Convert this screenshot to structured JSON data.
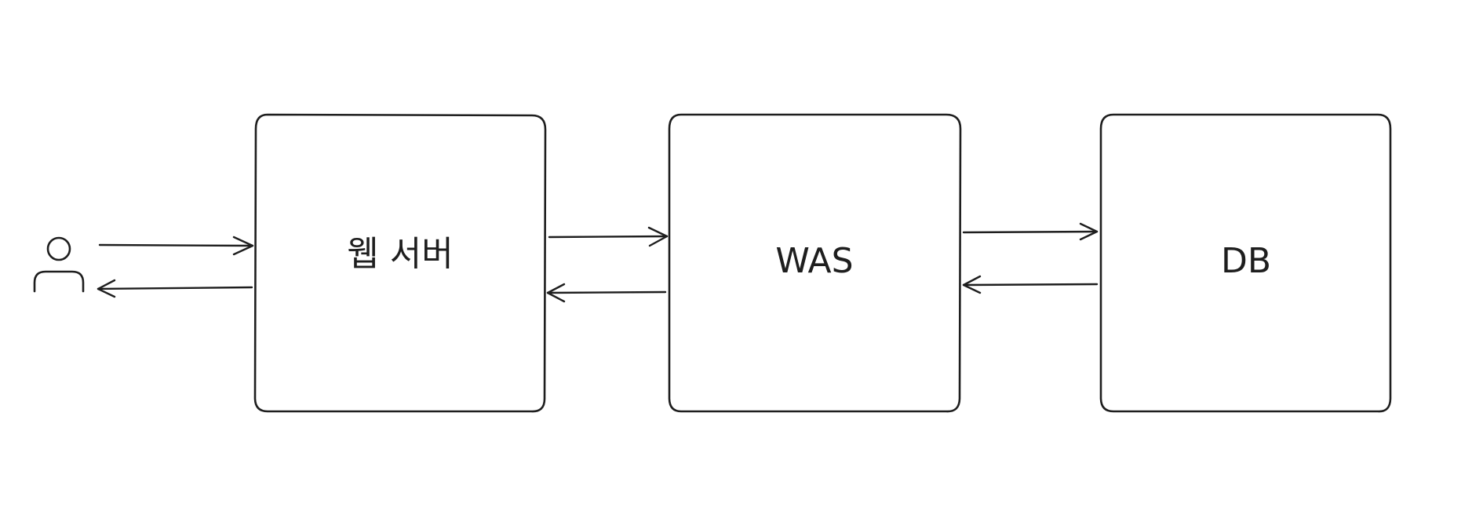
{
  "diagram": {
    "user": {
      "icon": "user-icon"
    },
    "nodes": [
      {
        "id": "web-server",
        "label": "웹 서버"
      },
      {
        "id": "was",
        "label": "WAS"
      },
      {
        "id": "db",
        "label": "DB"
      }
    ],
    "edges": [
      {
        "from": "user",
        "to": "web-server"
      },
      {
        "from": "web-server",
        "to": "user"
      },
      {
        "from": "web-server",
        "to": "was"
      },
      {
        "from": "was",
        "to": "web-server"
      },
      {
        "from": "was",
        "to": "db"
      },
      {
        "from": "db",
        "to": "was"
      }
    ],
    "colors": {
      "stroke": "#1e1e1e",
      "background": "#ffffff"
    }
  }
}
